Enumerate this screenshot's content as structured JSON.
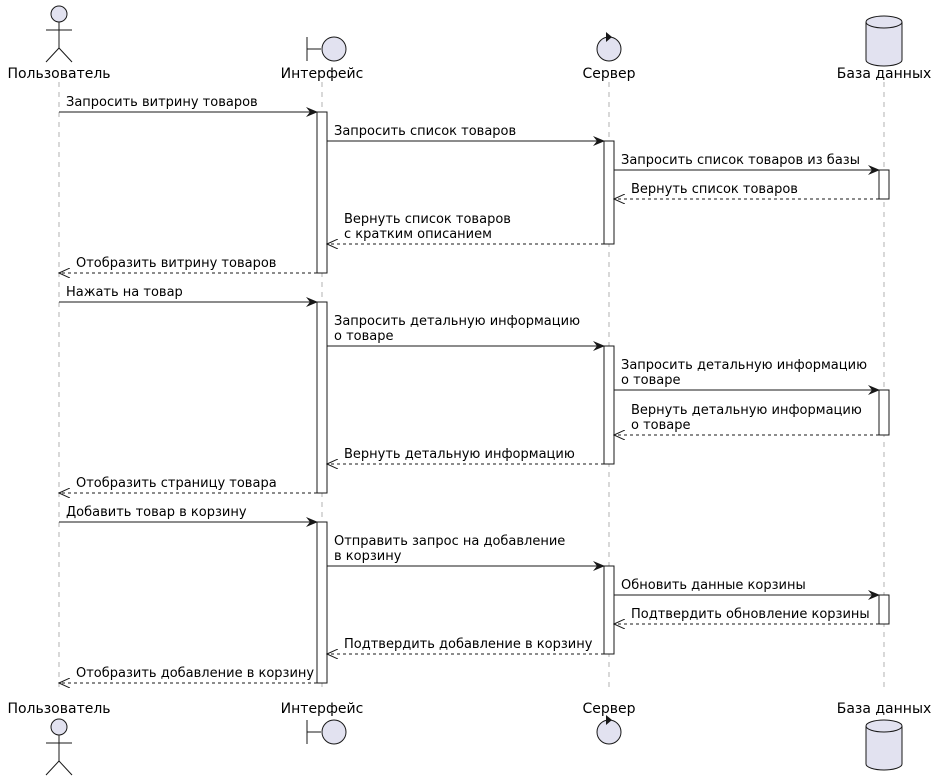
{
  "participants": [
    {
      "name": "Пользователь",
      "icon": "actor-icon"
    },
    {
      "name": "Интерфейс",
      "icon": "boundary-icon"
    },
    {
      "name": "Сервер",
      "icon": "control-icon"
    },
    {
      "name": "База данных",
      "icon": "database-icon"
    }
  ],
  "messages": [
    {
      "from": 0,
      "to": 1,
      "lines": [
        "Запросить витрину товаров"
      ],
      "type": "sync"
    },
    {
      "from": 1,
      "to": 2,
      "lines": [
        "Запросить список товаров"
      ],
      "type": "sync"
    },
    {
      "from": 2,
      "to": 3,
      "lines": [
        "Запросить список товаров из базы"
      ],
      "type": "sync"
    },
    {
      "from": 3,
      "to": 2,
      "lines": [
        "Вернуть список товаров"
      ],
      "type": "return"
    },
    {
      "from": 2,
      "to": 1,
      "lines": [
        "Вернуть список товаров",
        "с кратким описанием"
      ],
      "type": "return"
    },
    {
      "from": 1,
      "to": 0,
      "lines": [
        "Отобразить витрину товаров"
      ],
      "type": "return"
    },
    {
      "from": 0,
      "to": 1,
      "lines": [
        "Нажать на товар"
      ],
      "type": "sync"
    },
    {
      "from": 1,
      "to": 2,
      "lines": [
        "Запросить детальную информацию",
        "о товаре"
      ],
      "type": "sync"
    },
    {
      "from": 2,
      "to": 3,
      "lines": [
        "Запросить детальную информацию",
        "о товаре"
      ],
      "type": "sync"
    },
    {
      "from": 3,
      "to": 2,
      "lines": [
        "Вернуть детальную информацию",
        "о товаре"
      ],
      "type": "return"
    },
    {
      "from": 2,
      "to": 1,
      "lines": [
        "Вернуть детальную информацию"
      ],
      "type": "return"
    },
    {
      "from": 1,
      "to": 0,
      "lines": [
        "Отобразить страницу товара"
      ],
      "type": "return"
    },
    {
      "from": 0,
      "to": 1,
      "lines": [
        "Добавить товар в корзину"
      ],
      "type": "sync"
    },
    {
      "from": 1,
      "to": 2,
      "lines": [
        "Отправить запрос на добавление",
        "в корзину"
      ],
      "type": "sync"
    },
    {
      "from": 2,
      "to": 3,
      "lines": [
        "Обновить данные корзины"
      ],
      "type": "sync"
    },
    {
      "from": 3,
      "to": 2,
      "lines": [
        "Подтвердить обновление корзины"
      ],
      "type": "return"
    },
    {
      "from": 2,
      "to": 1,
      "lines": [
        "Подтвердить добавление в корзину"
      ],
      "type": "return"
    },
    {
      "from": 1,
      "to": 0,
      "lines": [
        "Отобразить добавление в корзину"
      ],
      "type": "return"
    }
  ],
  "activations": [
    {
      "participant": 1,
      "from_message": 0,
      "to_message": 5
    },
    {
      "participant": 2,
      "from_message": 1,
      "to_message": 4
    },
    {
      "participant": 3,
      "from_message": 2,
      "to_message": 3
    },
    {
      "participant": 1,
      "from_message": 6,
      "to_message": 11
    },
    {
      "participant": 2,
      "from_message": 7,
      "to_message": 10
    },
    {
      "participant": 3,
      "from_message": 8,
      "to_message": 9
    },
    {
      "participant": 1,
      "from_message": 12,
      "to_message": 17
    },
    {
      "participant": 2,
      "from_message": 13,
      "to_message": 16
    },
    {
      "participant": 3,
      "from_message": 14,
      "to_message": 15
    }
  ],
  "colors": {
    "participant_fill": "#e2e2f0",
    "line": "#181818",
    "lifeline": "#808080",
    "activation_fill": "#ffffff"
  }
}
